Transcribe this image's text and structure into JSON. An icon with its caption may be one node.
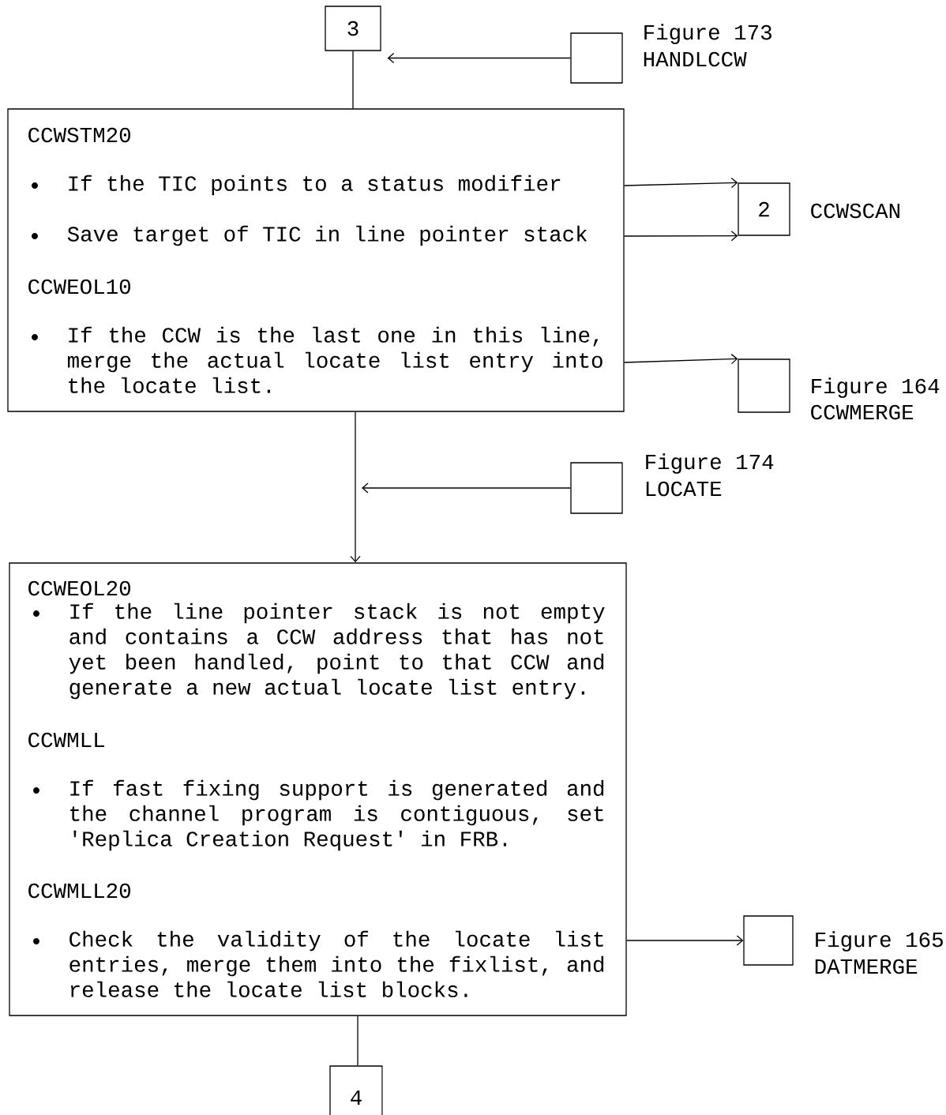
{
  "diagram": {
    "nodes": [
      {
        "text": [
          "3"
        ]
      },
      {
        "text": [],
        "shape": "box",
        "beside": [
          "Figure 173",
          "HANDLCCW"
        ]
      },
      {
        "text": [
          "CCWSTM20",
          "If the TIC points to a status modifier",
          "Save target of TIC in line pointer stack",
          "CCWEOL10",
          "If the CCW is the last one in this line, merge the actual locate list entry into the locate list."
        ]
      },
      {
        "text": [
          "2"
        ],
        "beside": [
          "CCWSCAN"
        ]
      },
      {
        "text": [],
        "shape": "box",
        "beside": [
          "Figure 164",
          "CCWMERGE"
        ]
      },
      {
        "text": [],
        "shape": "box",
        "beside": [
          "Figure 174",
          "LOCATE"
        ]
      },
      {
        "text": [
          "CCWEOL20",
          "If the line pointer stack is not empty and contains a CCW address that has not yet been handled, point to that CCW and generate a new actual locate list entry.",
          "CCWMLL",
          "If fast fixing support is generated and the channel program is contiguous, set 'Replica Creation Request' in FRB.",
          "CCWMLL20",
          "Check the validity of the locate list entries, merge them into the fixlist, and release the locate list blocks."
        ]
      },
      {
        "text": [],
        "shape": "box",
        "beside": [
          "Figure 165",
          "DATMERGE"
        ]
      },
      {
        "text": [
          "4"
        ]
      }
    ],
    "edges": [
      {
        "from": 0,
        "to": 2,
        "arrow": "none"
      },
      {
        "from": 1,
        "to": 0,
        "arrow": "to"
      },
      {
        "from": 2,
        "to": 3,
        "arrow": "to"
      },
      {
        "from": 2,
        "to": 3,
        "arrow": "to"
      },
      {
        "from": 2,
        "to": 4,
        "arrow": "to"
      },
      {
        "from": 2,
        "to": 6,
        "arrow": "to"
      },
      {
        "from": 5,
        "to": null,
        "arrow": "to"
      },
      {
        "from": 6,
        "to": 7,
        "arrow": "to"
      },
      {
        "from": 6,
        "to": 8,
        "arrow": "none"
      }
    ]
  }
}
